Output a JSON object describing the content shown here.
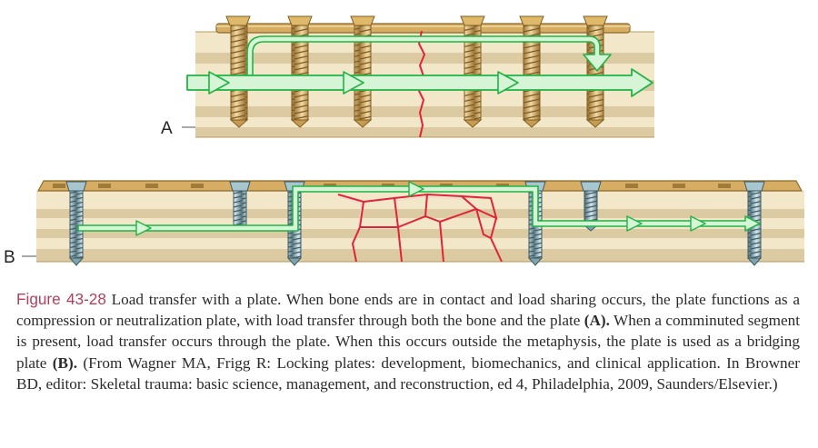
{
  "panels": {
    "a": {
      "label": "A"
    },
    "b": {
      "label": "B"
    }
  },
  "caption": {
    "figure_number": "Figure 43-28",
    "part1": " Load transfer with a plate. When bone ends are in contact and load sharing occurs, the plate functions as a compression or neutralization plate, with load transfer through both the bone and the plate ",
    "ref_a": "(A).",
    "part2": " When a comminuted segment is present, load transfer occurs through the plate. When this occurs outside the metaphysis, the plate is used as a bridging plate ",
    "ref_b": "(B).",
    "part3": " (From Wagner MA, Frigg R: Locking plates: development, biomechanics, and clinical application. In Browner BD, editor: Skeletal trauma: basic science, management, and reconstruction, ed 4, Philadelphia, 2009, Saunders/Elsevier.)"
  },
  "colors": {
    "bone_light": "#f3e8c9",
    "bone_dark": "#ddcba3",
    "plate": "#d9b36b",
    "gold_screw": "#d8b068",
    "steel_screw": "#8fb2bb",
    "arrow_fill": "#d4f3d4",
    "arrow_stroke": "#25b84a",
    "fracture": "#e0243a",
    "caption_accent": "#b3405a"
  }
}
